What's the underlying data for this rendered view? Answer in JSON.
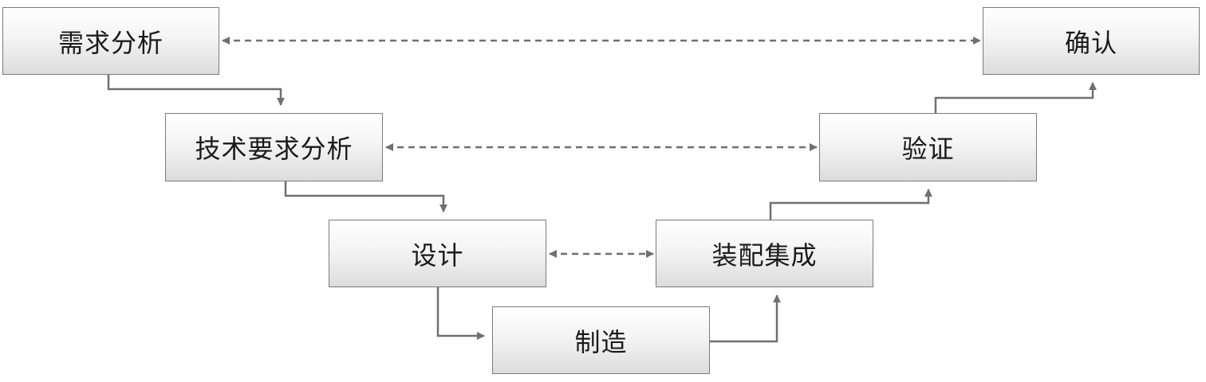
{
  "nodes": [
    {
      "id": "requirements",
      "label": "需求分析"
    },
    {
      "id": "tech-requirements",
      "label": "技术要求分析"
    },
    {
      "id": "design",
      "label": "设计"
    },
    {
      "id": "manufacture",
      "label": "制造"
    },
    {
      "id": "assembly",
      "label": "装配集成"
    },
    {
      "id": "verification",
      "label": "验证"
    },
    {
      "id": "validation",
      "label": "确认"
    }
  ],
  "edges": [
    {
      "from": "requirements",
      "to": "tech-requirements",
      "style": "solid"
    },
    {
      "from": "tech-requirements",
      "to": "design",
      "style": "solid"
    },
    {
      "from": "design",
      "to": "manufacture",
      "style": "solid"
    },
    {
      "from": "manufacture",
      "to": "assembly",
      "style": "solid"
    },
    {
      "from": "assembly",
      "to": "verification",
      "style": "solid"
    },
    {
      "from": "verification",
      "to": "validation",
      "style": "solid"
    },
    {
      "from": "requirements",
      "to": "validation",
      "style": "dashed",
      "bidirectional": true
    },
    {
      "from": "tech-requirements",
      "to": "verification",
      "style": "dashed",
      "bidirectional": true
    },
    {
      "from": "design",
      "to": "assembly",
      "style": "dashed",
      "bidirectional": true
    }
  ],
  "colors": {
    "line": "#6f6f6f",
    "border": "#7a7a7a",
    "text": "#1a1a1a"
  }
}
